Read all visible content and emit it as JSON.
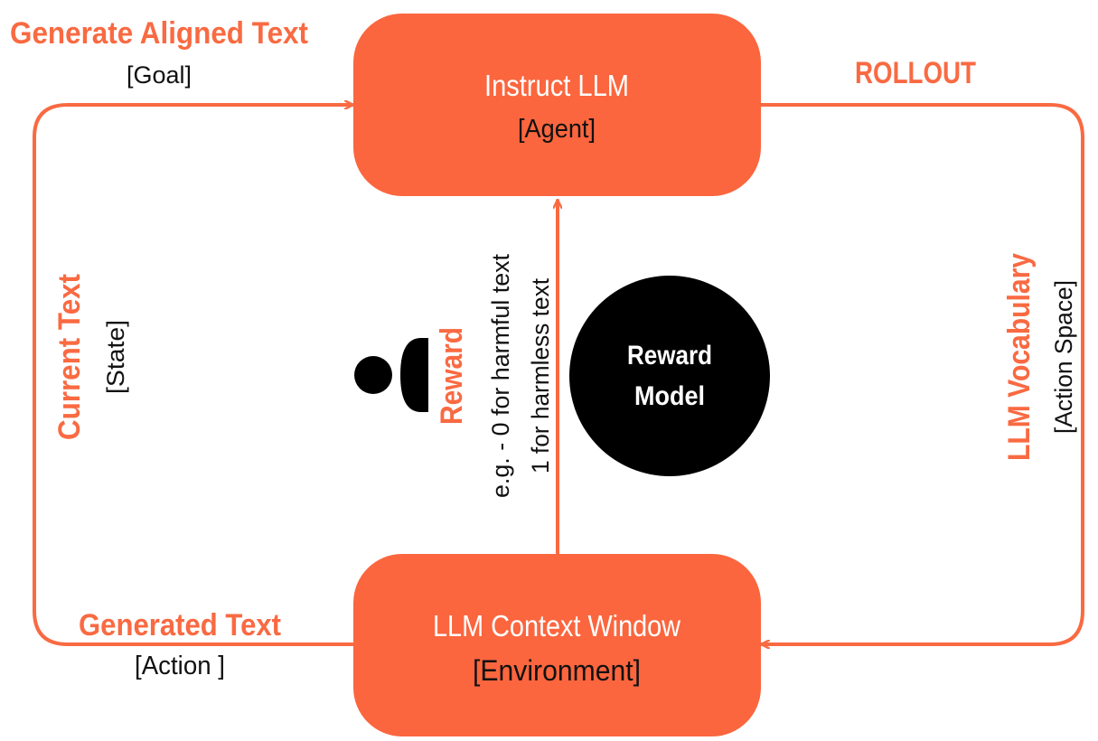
{
  "colors": {
    "accent": "#F96A42",
    "box_fill": "#FB663E",
    "dark": "#000000",
    "text_dark": "#111111",
    "white": "#FFFFFF"
  },
  "nodes": {
    "agent": {
      "title": "Instruct LLM",
      "subtitle": "[Agent]"
    },
    "environment": {
      "title": "LLM Context Window",
      "subtitle": "[Environment]"
    },
    "reward_model": {
      "line1": "Reward",
      "line2": "Model"
    }
  },
  "labels": {
    "goal": {
      "title": "Generate Aligned Text",
      "sub": "[Goal]"
    },
    "rollout": {
      "title": "ROLLOUT"
    },
    "state": {
      "title": "Current Text",
      "sub": "[State]"
    },
    "action": {
      "title": "Generated Text",
      "sub": "[Action ]"
    },
    "action_space": {
      "title": "LLM Vocabulary",
      "sub": "[Action Space]"
    },
    "reward": {
      "title": "Reward",
      "example_line1": "e.g. - 0 for harmful text",
      "example_line2": "1 for harmless text"
    }
  },
  "icons": {
    "reward_icon": "person-bust-icon"
  }
}
